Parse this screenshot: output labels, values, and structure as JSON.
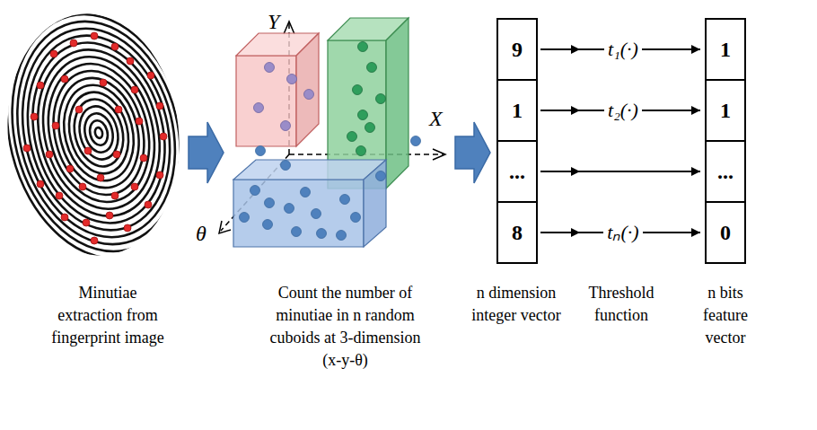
{
  "diagram": {
    "nodes": [
      {
        "text": [
          "9"
        ]
      },
      {
        "text": [
          "1"
        ]
      },
      {
        "text": [
          "..."
        ]
      },
      {
        "text": [
          "8"
        ]
      },
      {
        "text": [
          "1"
        ]
      },
      {
        "text": [
          "1"
        ]
      },
      {
        "text": [
          "..."
        ]
      },
      {
        "text": [
          "0"
        ]
      }
    ],
    "edges": [
      {
        "from": 0,
        "to": 4,
        "label": "t₁(·)",
        "arrow": "to"
      },
      {
        "from": 1,
        "to": 5,
        "label": "t₂(·)",
        "arrow": "to"
      },
      {
        "from": 2,
        "to": 6,
        "arrow": "to"
      },
      {
        "from": 3,
        "to": 7,
        "label": "tₙ(·)",
        "arrow": "to"
      }
    ],
    "labels": [
      "Y",
      "X",
      "θ",
      "Minutiae extraction from fingerprint image",
      "Count the number of minutiae in n random cuboids at 3-dimension (x-y-θ)",
      "n dimension integer vector",
      "Threshold function",
      "n bits feature vector"
    ]
  }
}
